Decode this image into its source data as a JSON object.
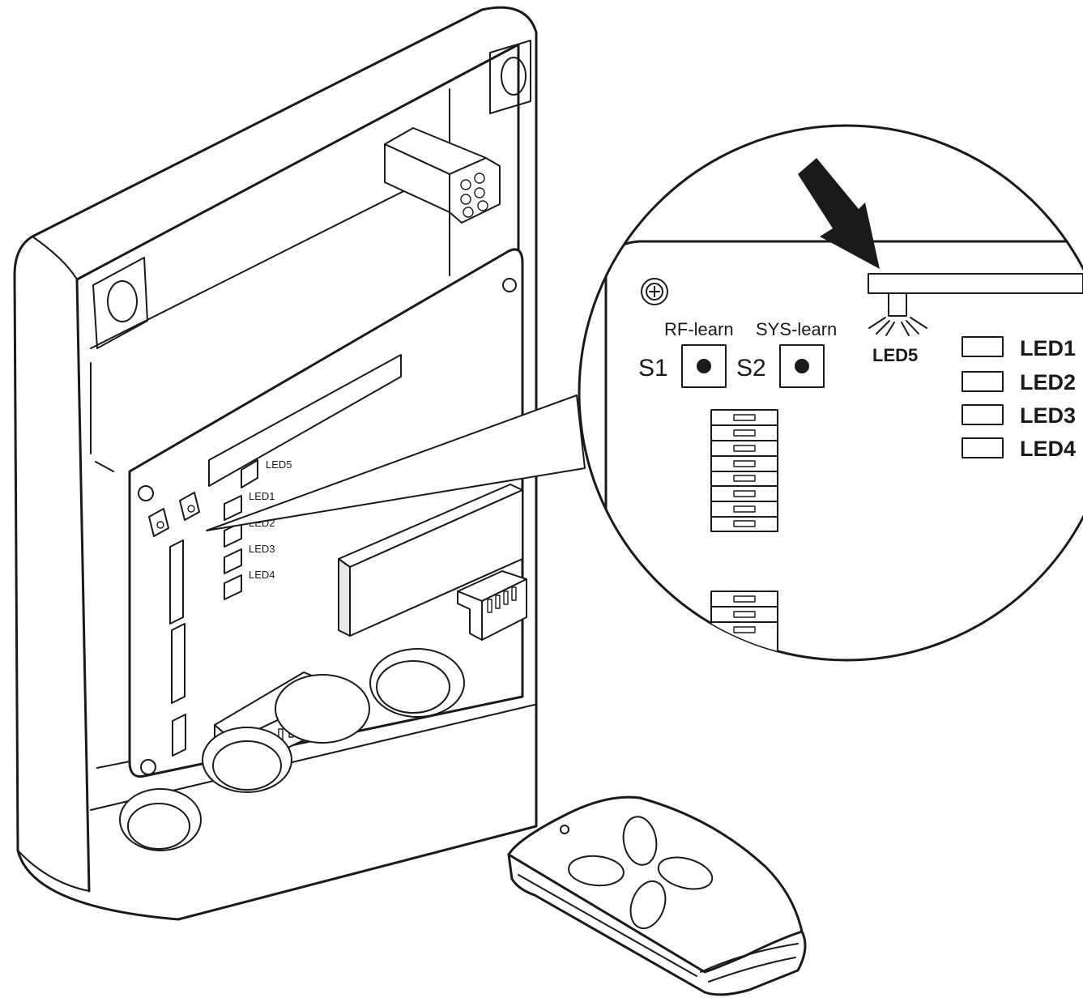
{
  "colors": {
    "line": "#1a1a1a",
    "background": "#ffffff",
    "fill_light": "#e8e8e8"
  },
  "board_labels": {
    "led5": "LED5",
    "led1": "LED1",
    "led2": "LED2",
    "led3": "LED3",
    "led4": "LED4"
  },
  "zoom": {
    "rf_learn": "RF-learn",
    "sys_learn": "SYS-learn",
    "s1": "S1",
    "s2": "S2",
    "led5": "LED5",
    "led1": "LED1",
    "led2": "LED2",
    "led3": "LED3",
    "led4": "LED4"
  },
  "icons": {
    "screw": "plus-screw-icon",
    "arrow": "pointer-arrow-icon",
    "light": "light-rays-icon"
  }
}
